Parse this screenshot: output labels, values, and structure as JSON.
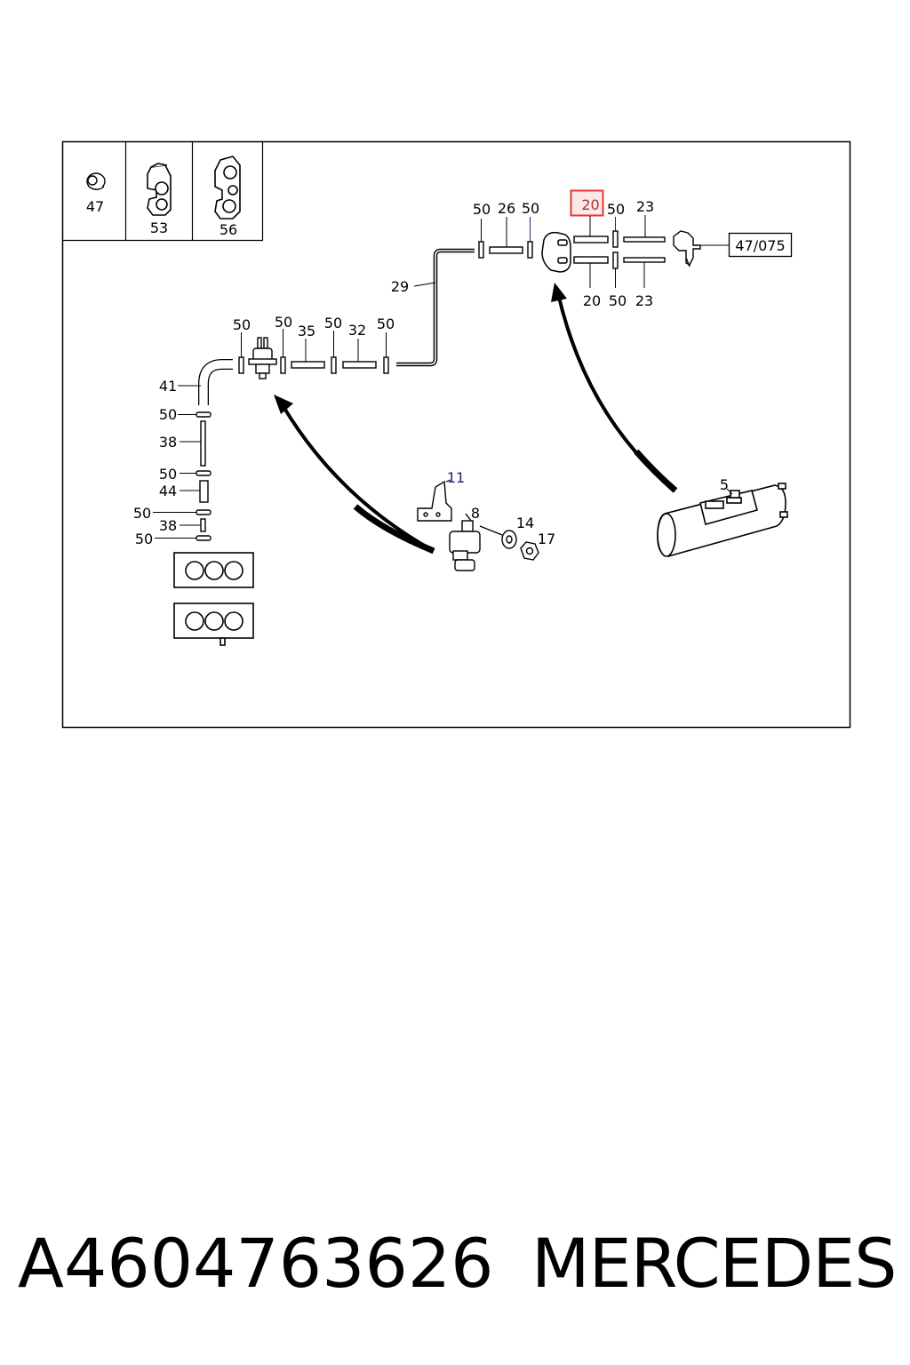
{
  "legend_items": [
    {
      "label": "47",
      "icon": "grommet-icon"
    },
    {
      "label": "53",
      "icon": "hose-clip-double-icon"
    },
    {
      "label": "56",
      "icon": "hose-clip-triple-icon"
    }
  ],
  "top_line_labels": [
    "50",
    "26",
    "50",
    "20",
    "50",
    "23"
  ],
  "lower_right_labels": [
    "20",
    "50",
    "23"
  ],
  "reference_box": "47/075",
  "mid_line_labels": [
    "50",
    "50",
    "35",
    "50",
    "32",
    "50"
  ],
  "pipe_29": "29",
  "left_column_labels": [
    "41",
    "50",
    "38",
    "50",
    "44",
    "50",
    "38",
    "50"
  ],
  "valve_assembly_labels": [
    "11",
    "8",
    "14",
    "17"
  ],
  "reservoir_label": "5",
  "highlighted_part": "20",
  "footer": {
    "part_number": "A4604763626",
    "brand": "MERCEDES"
  },
  "colors": {
    "highlight_border": "#e53935",
    "highlight_fill": "#fde8e8",
    "highlight_text": "#b03030",
    "accent_text": "#1a237e"
  }
}
